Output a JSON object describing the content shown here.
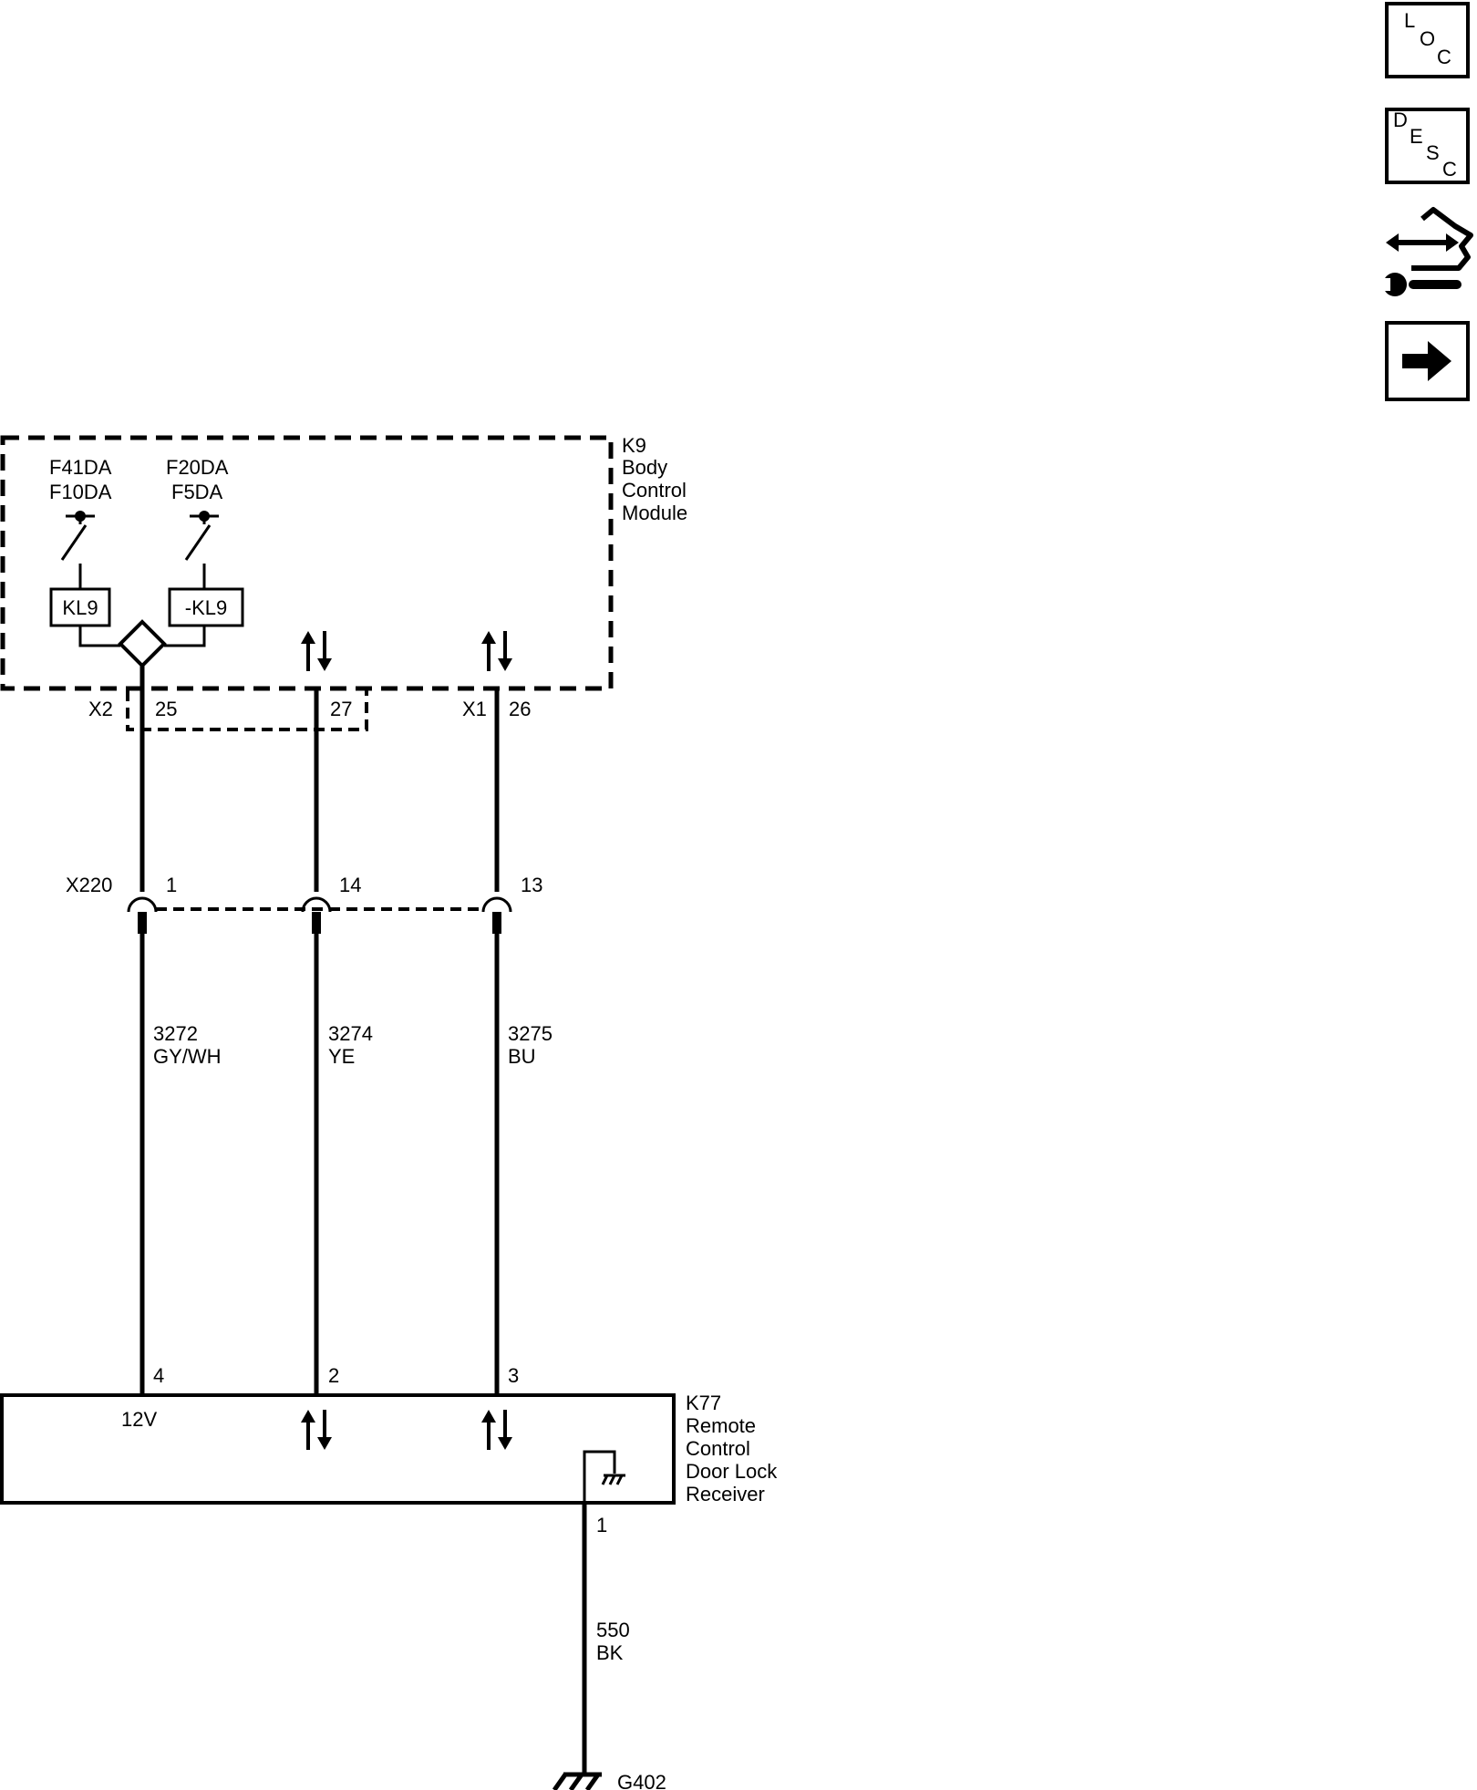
{
  "side_icons": {
    "loc": {
      "icon": "loc-icon",
      "letters": [
        "L",
        "O",
        "C"
      ]
    },
    "desc": {
      "icon": "desc-icon",
      "letters": [
        "D",
        "E",
        "S",
        "C"
      ]
    },
    "service": {
      "icon": "service-connector-wrench-icon"
    },
    "next": {
      "icon": "next-arrow-icon"
    }
  },
  "k9": {
    "ref": "K9",
    "name_lines": [
      "Body",
      "Control",
      "Module"
    ],
    "fuse_a": [
      "F41DA",
      "F10DA"
    ],
    "fuse_b": [
      "F20DA",
      "F5DA"
    ],
    "relay_a": "KL9",
    "relay_b": "-KL9",
    "conn_x2": "X2",
    "conn_x1": "X1",
    "pin_25": "25",
    "pin_27": "27",
    "pin_26": "26"
  },
  "inline": {
    "ref": "X220",
    "pin_1": "1",
    "pin_14": "14",
    "pin_13": "13"
  },
  "wires": [
    {
      "circuit": "3272",
      "color": "GY/WH"
    },
    {
      "circuit": "3274",
      "color": "YE"
    },
    {
      "circuit": "3275",
      "color": "BU"
    },
    {
      "circuit": "550",
      "color": "BK"
    }
  ],
  "k77": {
    "ref": "K77",
    "name_lines": [
      "Remote",
      "Control",
      "Door Lock",
      "Receiver"
    ],
    "pin_4": "4",
    "pin_2": "2",
    "pin_3": "3",
    "pin_1": "1",
    "supply": "12V"
  },
  "ground": {
    "ref": "G402"
  }
}
